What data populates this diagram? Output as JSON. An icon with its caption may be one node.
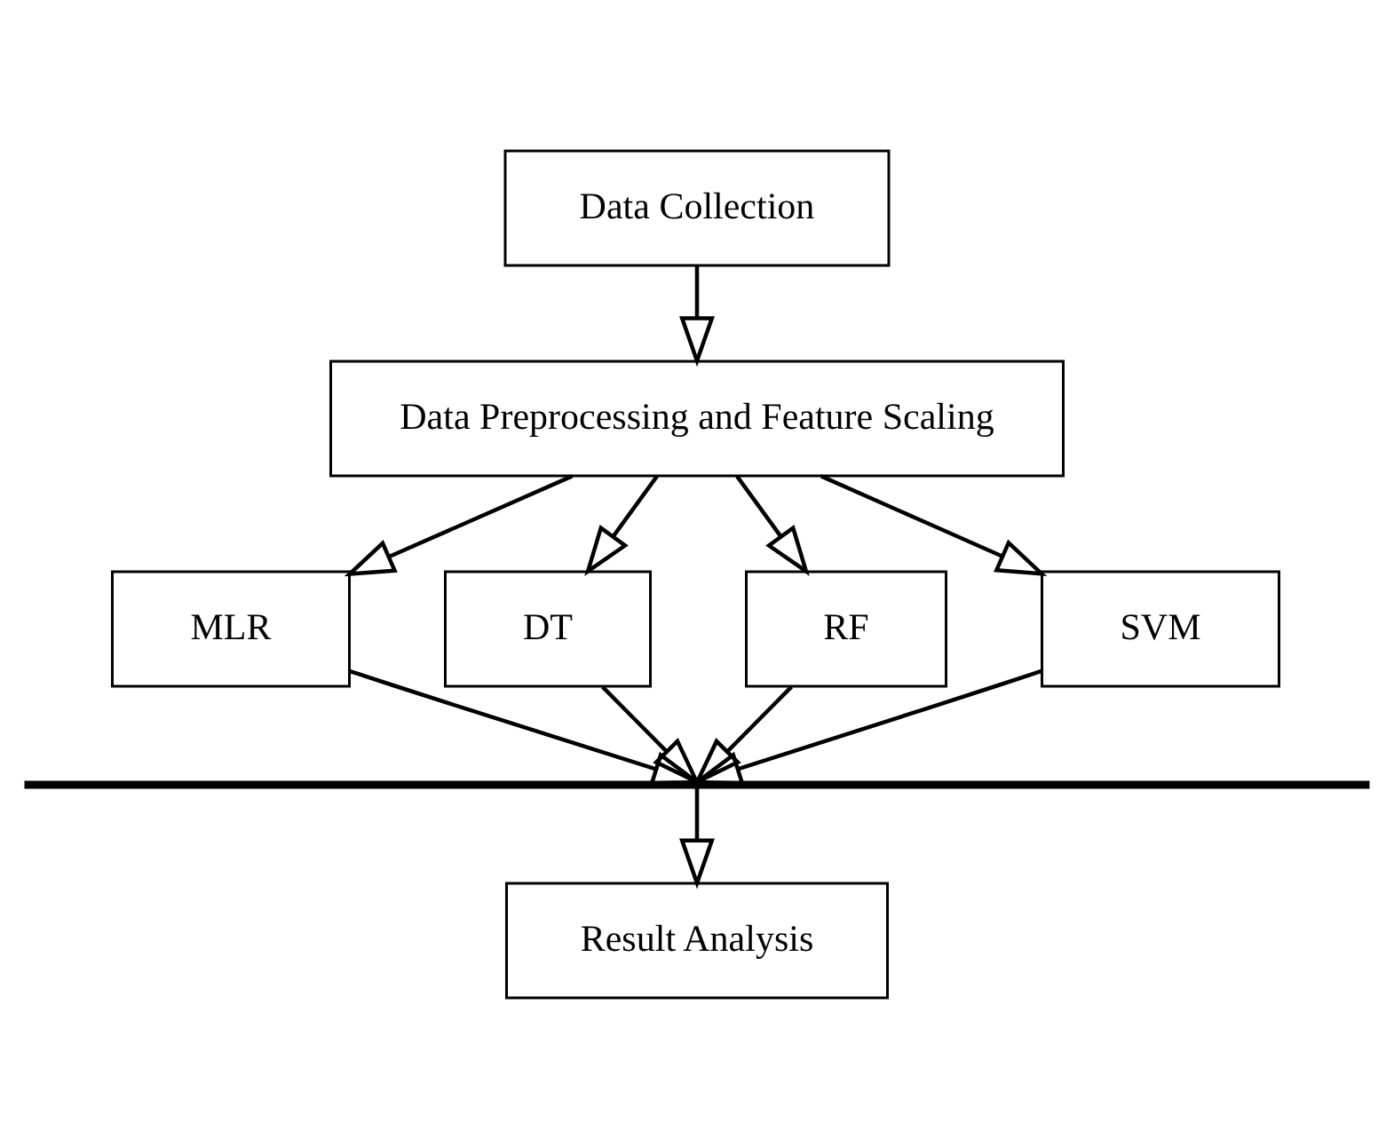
{
  "diagram": {
    "nodes": [
      {
        "text": [
          "Data Collection"
        ]
      },
      {
        "text": [
          "Data Preprocessing and Feature Scaling"
        ]
      },
      {
        "text": [
          "MLR"
        ]
      },
      {
        "text": [
          "DT"
        ]
      },
      {
        "text": [
          "RF"
        ]
      },
      {
        "text": [
          "SVM"
        ]
      },
      {
        "text": [],
        "shape": "bar"
      },
      {
        "text": [
          "Result Analysis"
        ]
      }
    ],
    "edges": [
      {
        "from": 0,
        "to": 1,
        "arrow": "to"
      },
      {
        "from": 1,
        "to": 2,
        "arrow": "to"
      },
      {
        "from": 1,
        "to": 3,
        "arrow": "to"
      },
      {
        "from": 1,
        "to": 4,
        "arrow": "to"
      },
      {
        "from": 1,
        "to": 5,
        "arrow": "to"
      },
      {
        "from": 2,
        "to": 6,
        "arrow": "to"
      },
      {
        "from": 3,
        "to": 6,
        "arrow": "to"
      },
      {
        "from": 4,
        "to": 6,
        "arrow": "to"
      },
      {
        "from": 5,
        "to": 6,
        "arrow": "to"
      },
      {
        "from": 6,
        "to": 7,
        "arrow": "to"
      }
    ]
  }
}
